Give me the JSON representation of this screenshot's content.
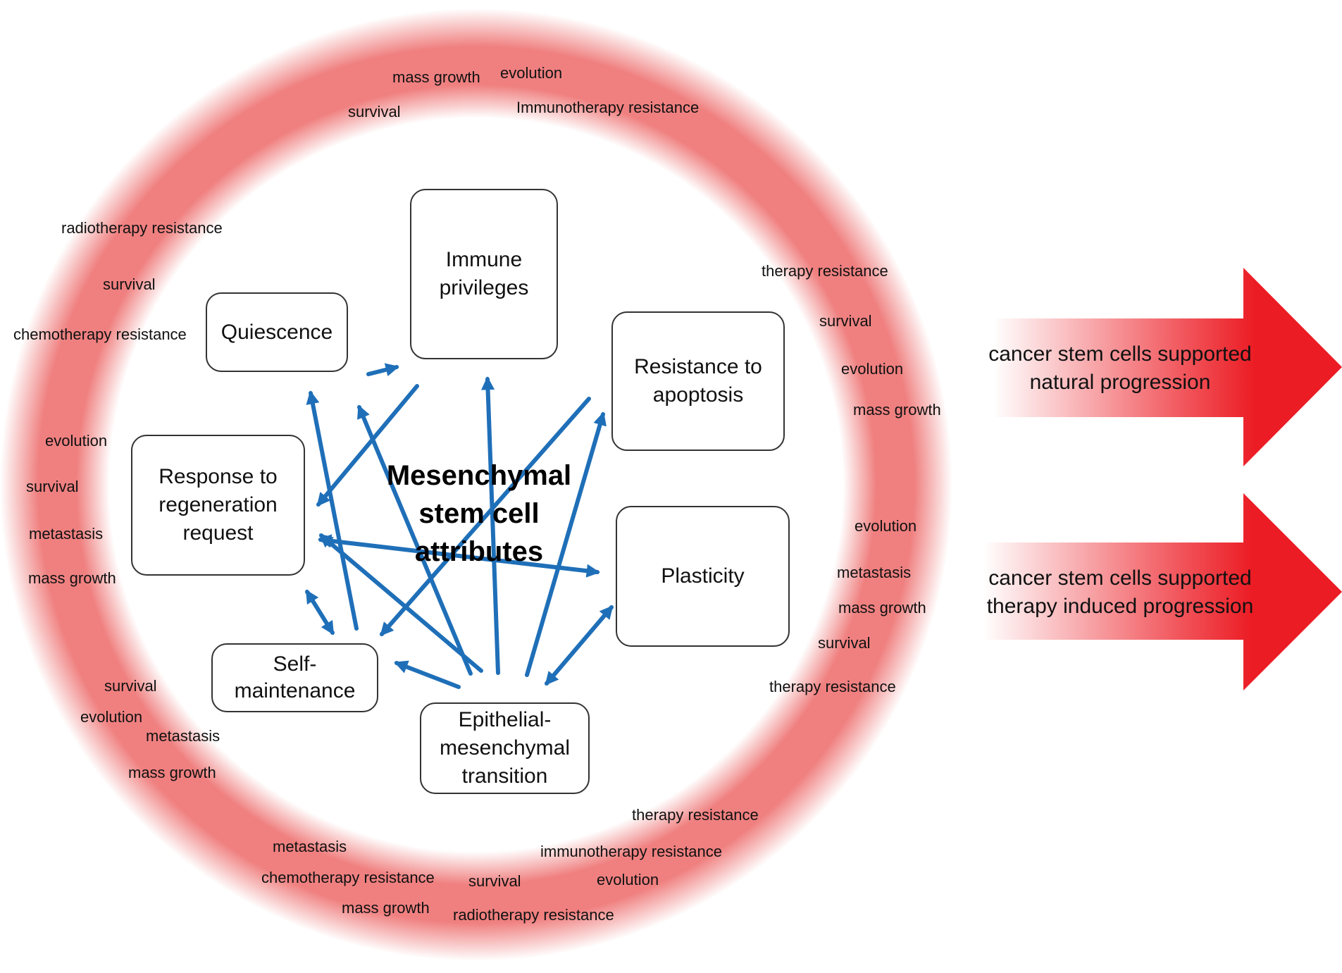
{
  "center": {
    "title": "Mesenchymal\nstem cell\nattributes"
  },
  "nodes": {
    "immune": "Immune\nprivileges",
    "quiescence": "Quiescence",
    "apoptosis": "Resistance to\napoptosis",
    "regeneration": "Response to\nregeneration\nrequest",
    "plasticity": "Plasticity",
    "self_maintenance": "Self-\nmaintenance",
    "emt": "Epithelial-\nmesenchymal\ntransition"
  },
  "ring_labels": [
    "mass growth",
    "evolution",
    "survival",
    "Immunotherapy resistance",
    "radiotherapy resistance",
    "survival",
    "chemotherapy resistance",
    "therapy resistance",
    "survival",
    "evolution",
    "mass growth",
    "evolution",
    "survival",
    "metastasis",
    "mass growth",
    "evolution",
    "metastasis",
    "mass growth",
    "survival",
    "therapy resistance",
    "survival",
    "evolution",
    "metastasis",
    "mass growth",
    "therapy resistance",
    "immunotherapy resistance",
    "metastasis",
    "chemotherapy resistance",
    "survival",
    "evolution",
    "mass growth",
    "radiotherapy resistance"
  ],
  "outcomes": {
    "natural": "cancer stem cells supported\nnatural progression",
    "therapy": "cancer stem cells supported\ntherapy induced progression"
  },
  "colors": {
    "ring": "#f08080",
    "arrow_blue": "#1f6fb8",
    "outcome_red": "#ec1c24",
    "node_border": "#333333"
  }
}
